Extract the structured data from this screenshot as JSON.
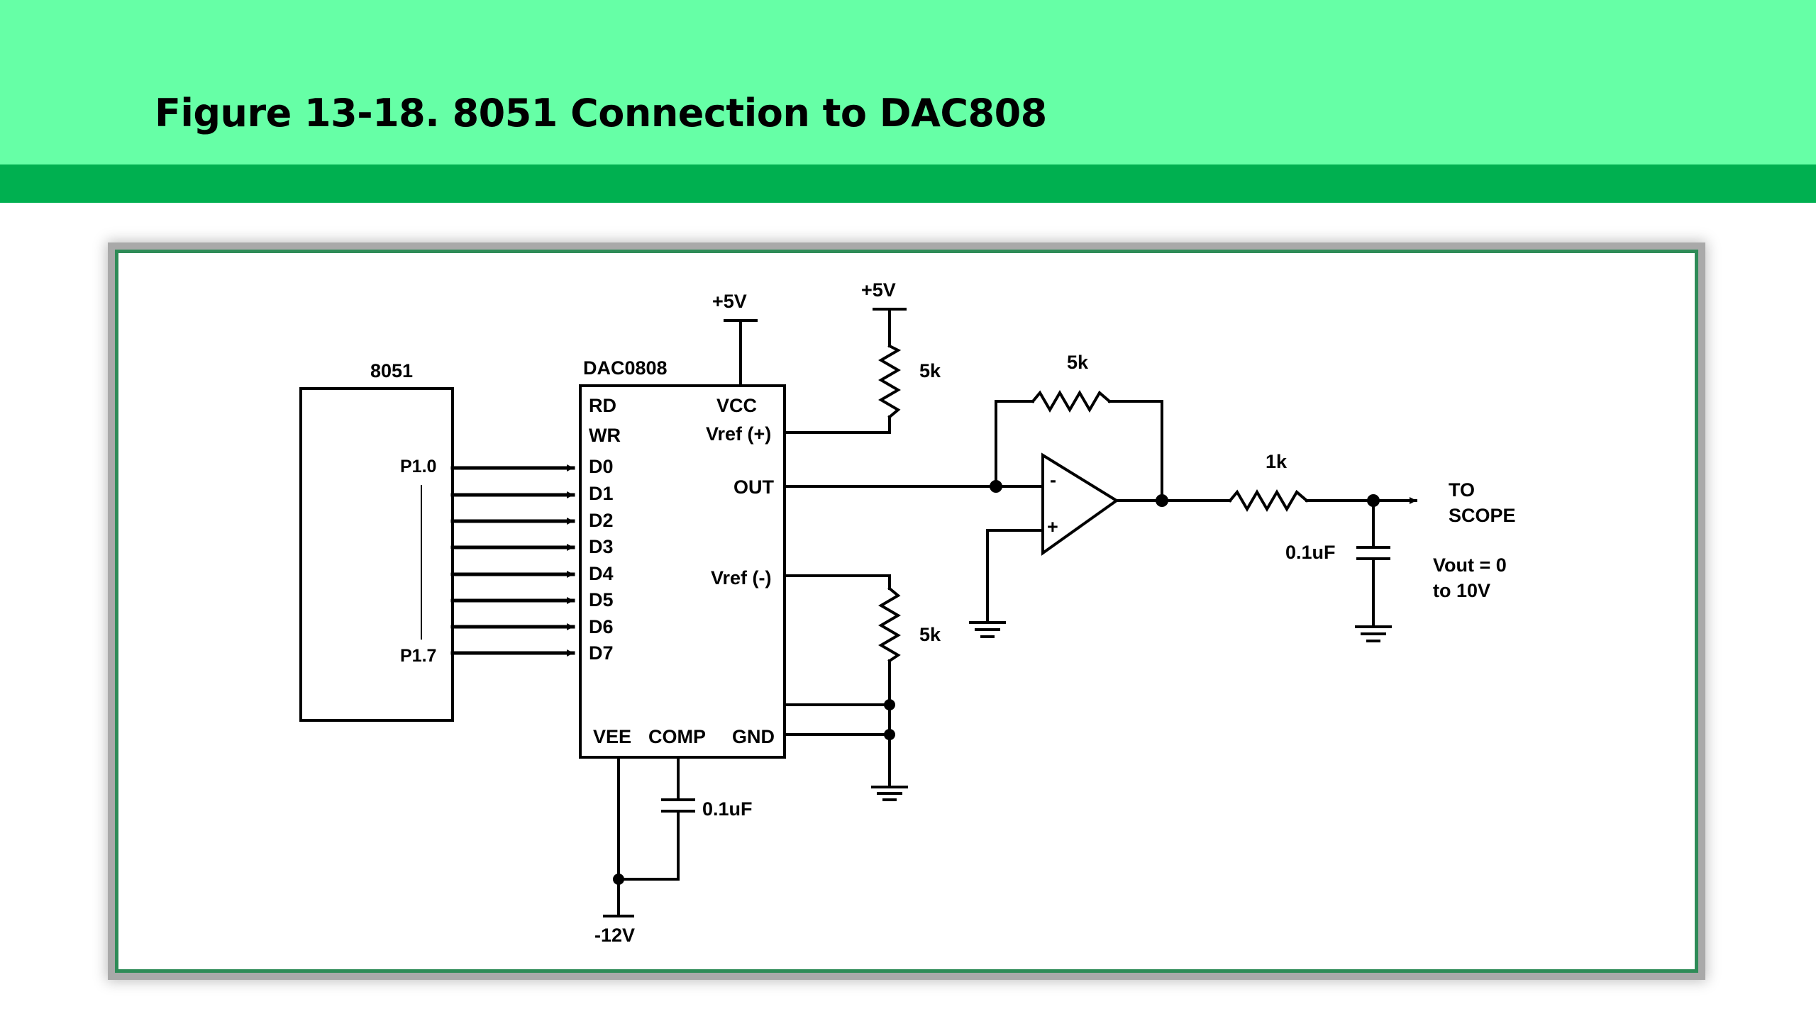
{
  "slide": {
    "title": "Figure 13-18. 8051 Connection to DAC808"
  },
  "mcu": {
    "name": "8051",
    "pin_first": "P1.0",
    "pin_last": "P1.7"
  },
  "dac": {
    "name": "DAC0808",
    "left_pins": [
      "RD",
      "WR",
      "D0",
      "D1",
      "D2",
      "D3",
      "D4",
      "D5",
      "D6",
      "D7"
    ],
    "vcc": "VCC",
    "vref_pos": "Vref (+)",
    "out": "OUT",
    "vref_neg": "Vref (-)",
    "vee": "VEE",
    "comp": "COMP",
    "gnd": "GND"
  },
  "supplies": {
    "vcc_top": "+5V",
    "vref_top": "+5V",
    "vee_bottom": "-12V"
  },
  "components": {
    "r_vref_pos": "5k",
    "r_vref_neg": "5k",
    "r_feedback": "5k",
    "r_output": "1k",
    "c_comp": "0.1uF",
    "c_output": "0.1uF"
  },
  "opamp": {
    "minus": "-",
    "plus": "+"
  },
  "output": {
    "line1": "TO",
    "line2": "SCOPE",
    "vout1": "Vout = 0",
    "vout2": "to 10V"
  }
}
